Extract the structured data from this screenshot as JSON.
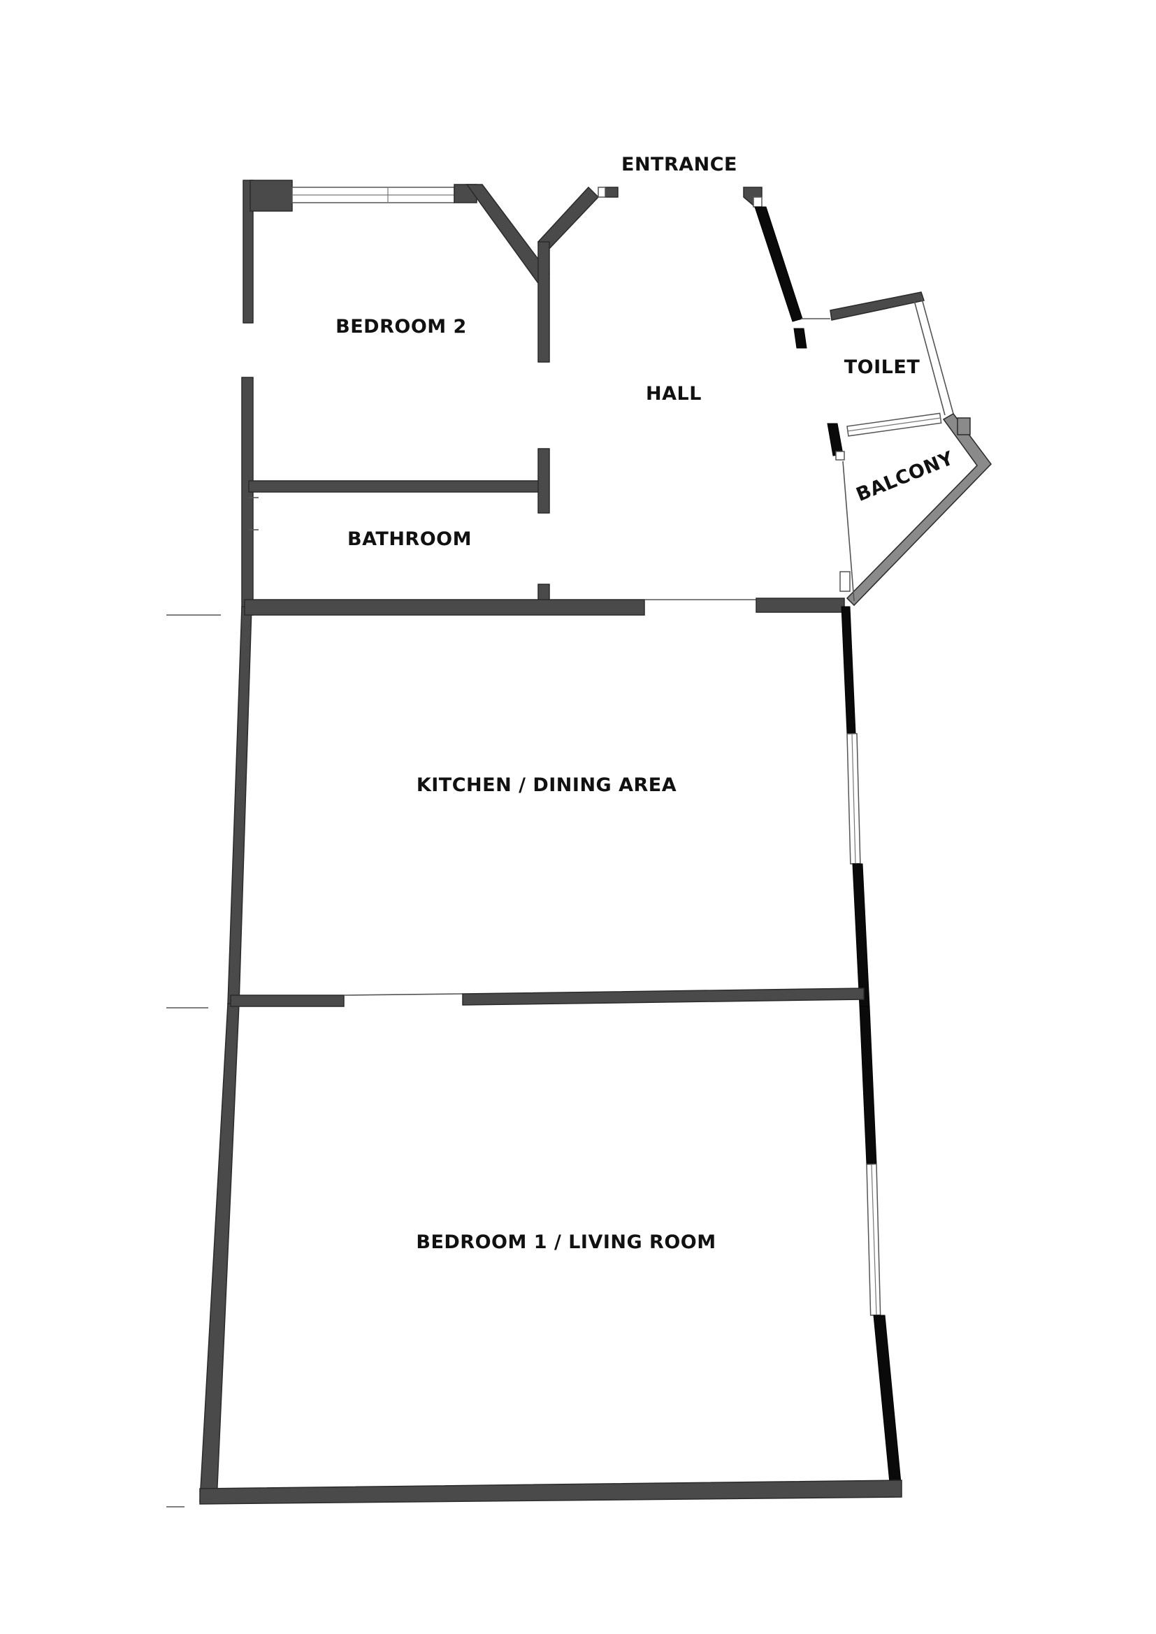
{
  "rooms": {
    "entrance": "ENTRANCE",
    "bedroom2": "BEDROOM 2",
    "hall": "HALL",
    "toilet": "TOILET",
    "balcony": "BALCONY",
    "bathroom": "BATHROOM",
    "kitchen": "KITCHEN / DINING AREA",
    "bedroom1": "BEDROOM 1 / LIVING ROOM"
  }
}
